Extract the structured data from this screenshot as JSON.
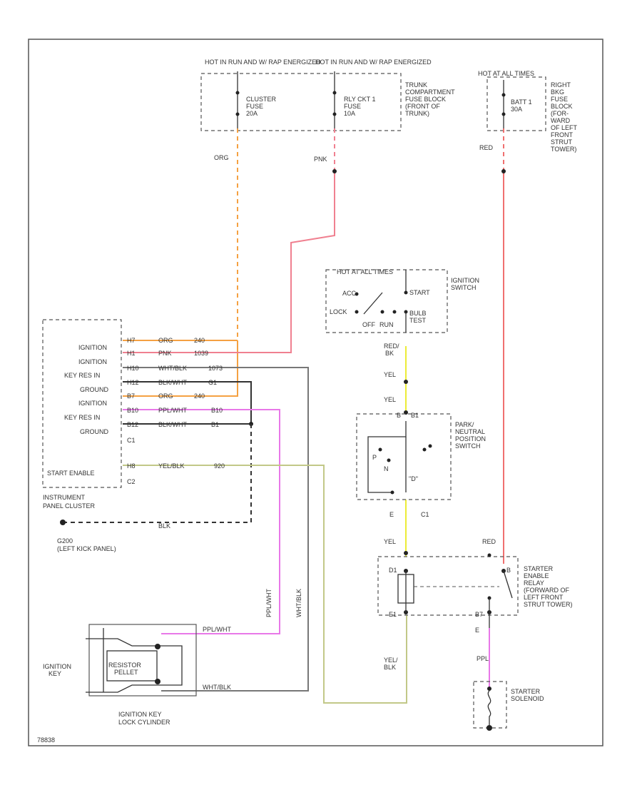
{
  "colors": {
    "orange": "#f5a142",
    "pink": "#f08090",
    "red": "#f07070",
    "yellow": "#ecec38",
    "olive": "#c2c888",
    "violet": "#e878e8",
    "black": "#333333",
    "gray": "#888888"
  },
  "fuses": {
    "hot1": "HOT IN RUN AND W/ RAP ENERGIZED",
    "hot2": "HOT IN RUN AND W/ RAP ENERGIZED",
    "hot3": "HOT AT ALL TIMES",
    "cluster_fuse": [
      "CLUSTER",
      "FUSE",
      "20A"
    ],
    "rly_fuse": [
      "RLY CKT 1",
      "FUSE",
      "10A"
    ],
    "batt_fuse": [
      "BATT 1",
      "30A"
    ],
    "trunk_block": [
      "TRUNK",
      "COMPARTMENT",
      "FUSE BLOCK",
      "(FRONT OF",
      "TRUNK)"
    ],
    "right_block": [
      "RIGHT",
      "BKG",
      "FUSE",
      "BLOCK",
      "(FOR-",
      "WARD",
      "OF LEFT",
      "FRONT",
      "STRUT",
      "TOWER)"
    ]
  },
  "wire_labels": {
    "org": "ORG",
    "pnk": "PNK",
    "red": "RED",
    "red2": "RED",
    "yel1": "YEL",
    "yel2": "YEL",
    "yel3": "YEL",
    "red_bk": [
      "RED/",
      "BK"
    ],
    "yel_blk": [
      "YEL/",
      "BLK"
    ],
    "ppl": "PPL",
    "blk": "BLK",
    "ppl_wht_v": "PPL/WHT",
    "wht_blk_v": "WHT/BLK",
    "ppl_wht_h": "PPL/WHT",
    "wht_blk_h": "WHT/BLK"
  },
  "ignition_switch": {
    "hot": "HOT AT ALL TIMES",
    "acc": "ACC",
    "start": "START",
    "lock": "LOCK",
    "off": "OFF",
    "run": "RUN",
    "bulb_test": [
      "BULB",
      "TEST"
    ],
    "label": [
      "IGNITION",
      "SWITCH"
    ]
  },
  "cluster": {
    "rows": [
      {
        "name": "IGNITION",
        "pin": "H7",
        "color": "ORG",
        "size": "240"
      },
      {
        "name": "IGNITION",
        "pin": "H1",
        "color": "PNK",
        "size": "1039"
      },
      {
        "name": "KEY RES IN",
        "pin": "H10",
        "color": "WHT/BLK",
        "size": "1073"
      },
      {
        "name": "GROUND",
        "pin": "H12",
        "color": "BLK/WHT",
        "size": "G1"
      },
      {
        "name": "IGNITION",
        "pin": "B7",
        "color": "ORG",
        "size": "240"
      },
      {
        "name": "KEY RES IN",
        "pin": "B10",
        "color": "PPL/WHT",
        "size": "B10"
      },
      {
        "name": "GROUND",
        "pin": "B12",
        "color": "BLK/WHT",
        "size": "B1"
      }
    ],
    "c1": "C1",
    "start_row": {
      "name": "START ENABLE",
      "pin": "H8",
      "color": "YEL/BLK",
      "size": "920"
    },
    "c2": "C2",
    "label": [
      "INSTRUMENT",
      "PANEL CLUSTER"
    ],
    "ground": [
      "G200",
      "(LEFT KICK PANEL)"
    ]
  },
  "pnp": {
    "pins_top": [
      "B",
      "B1"
    ],
    "label": [
      "PARK/",
      "NEUTRAL",
      "POSITION",
      "SWITCH"
    ],
    "p": "P",
    "n": "N",
    "d": "\"D\"",
    "bottom_pins": [
      "E",
      "C1"
    ]
  },
  "relay": {
    "pins": [
      "D1",
      "E1",
      "B",
      "B7",
      "E"
    ],
    "label": [
      "STARTER",
      "ENABLE",
      "RELAY",
      "(FORWARD OF",
      "LEFT FRONT",
      "STRUT TOWER)"
    ]
  },
  "solenoid": {
    "label": [
      "STARTER",
      "SOLENOID"
    ]
  },
  "key": {
    "label": [
      "IGNITION",
      "KEY"
    ],
    "resistor": [
      "RESISTOR",
      "PELLET"
    ],
    "cylinder": [
      "IGNITION KEY",
      "LOCK CYLINDER"
    ]
  },
  "footer": "78838"
}
